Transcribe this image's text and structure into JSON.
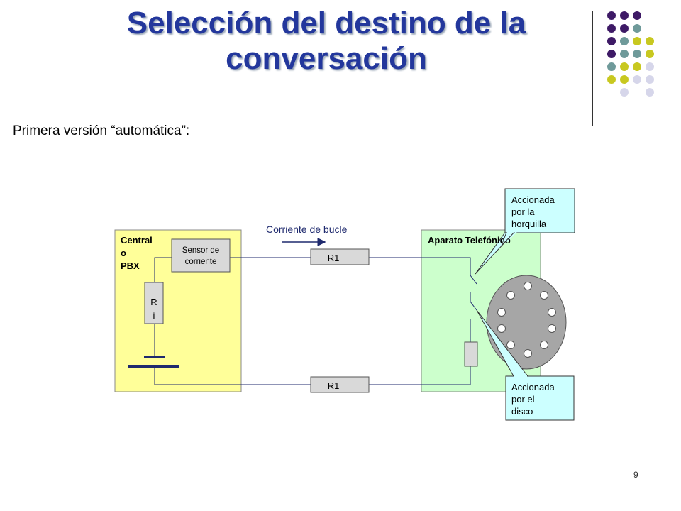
{
  "slide": {
    "title_line1": "Selección del destino de la",
    "title_line2": "conversación",
    "subtitle": "Primera versión “automática”:",
    "page_number": "9"
  },
  "colors": {
    "title": "#23379c",
    "central_fill": "#ffff99",
    "aparato_fill": "#ccffcc",
    "callout_fill": "#ccffff",
    "component_fill": "#d9d9d9",
    "dial_fill": "#a6a6a6",
    "wire": "#1f2a6e",
    "dot_purple": "#3e1a66",
    "dot_teal": "#6f9a9a",
    "dot_olive": "#c8c820",
    "dot_lavender": "#d6d6ea"
  },
  "decoration": {
    "dot_grid": [
      [
        "purple",
        "purple",
        "purple",
        null
      ],
      [
        "purple",
        "purple",
        "teal",
        null
      ],
      [
        "purple",
        "teal",
        "olive",
        "olive"
      ],
      [
        "purple",
        "teal",
        "teal",
        "olive"
      ],
      [
        "teal",
        "olive",
        "olive",
        "lavender"
      ],
      [
        "olive",
        "olive",
        "lavender",
        "lavender"
      ],
      [
        null,
        "lavender",
        null,
        "lavender"
      ]
    ]
  },
  "diagram": {
    "central_label_1": "Central",
    "central_label_2": "o",
    "central_label_3": "PBX",
    "sensor_line1": "Sensor de",
    "sensor_line2": "corriente",
    "resistor_ri_1": "R",
    "resistor_ri_2": "i",
    "current_label": "Corriente de bucle",
    "r1_top": "R1",
    "r1_bottom": "R1",
    "aparato_label": "Aparato Telefónico",
    "callout_hook_line1": "Accionada",
    "callout_hook_line2": "por la",
    "callout_hook_line3": "horquilla",
    "callout_dial_line1": "Accionada",
    "callout_dial_line2": "por el",
    "callout_dial_line3": "disco"
  }
}
